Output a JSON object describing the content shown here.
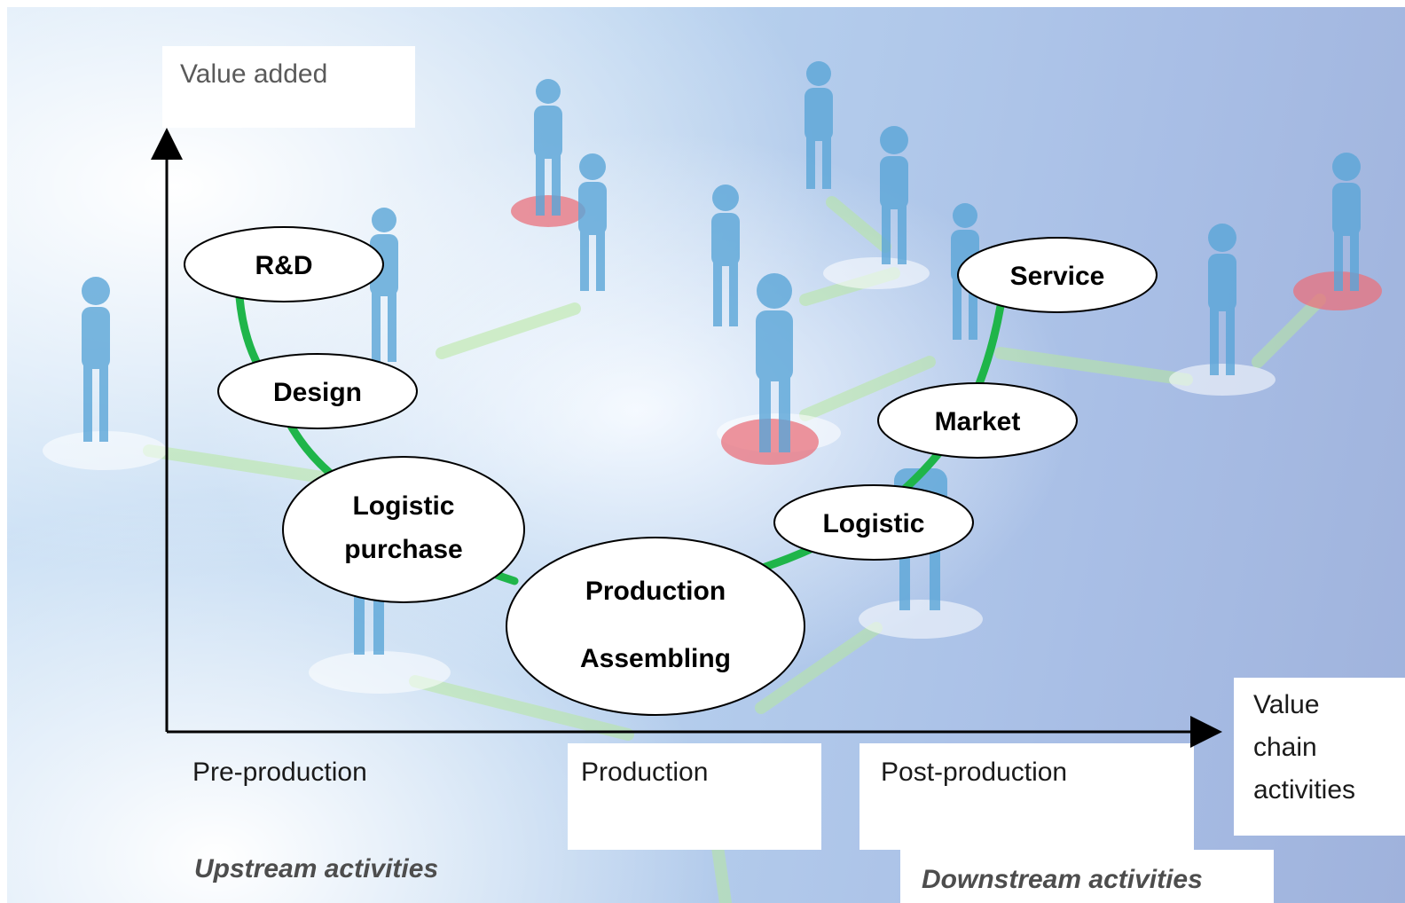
{
  "axes": {
    "y_label": "Value added",
    "x_label_lines": [
      "Value",
      "chain",
      "activities"
    ]
  },
  "stages": {
    "pre": "Pre-production",
    "production": "Production",
    "post": "Post-production"
  },
  "streams": {
    "upstream": "Upstream activities",
    "downstream": "Downstream activities"
  },
  "nodes": {
    "rd": "R&D",
    "design": "Design",
    "logistic_purchase": [
      "Logistic",
      "purchase"
    ],
    "production_assembling": [
      "Production",
      "Assembling"
    ],
    "logistic": "Logistic",
    "market": "Market",
    "service": "Service"
  },
  "colors": {
    "curve": "#1fb54a",
    "axis": "#000000",
    "node_fill": "#ffffff",
    "background": "#b9d3ef"
  }
}
